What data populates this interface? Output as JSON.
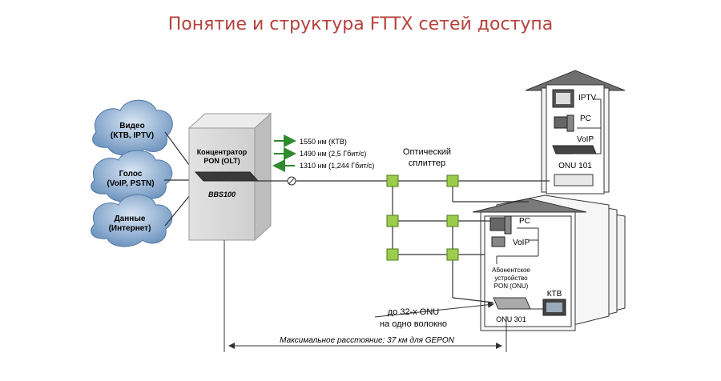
{
  "title": "Понятие и структура FTTX сетей доступа",
  "services": {
    "video": [
      "Видео",
      "(КТВ, IPTV)"
    ],
    "voice": [
      "Голос",
      "(VoIP, PSTN)"
    ],
    "data": [
      "Данные",
      "(Интернет)"
    ]
  },
  "olt": {
    "label": [
      "Концентратор",
      "PON (OLT)"
    ],
    "model": "BBS100"
  },
  "wavelengths": [
    "1550 нм (КТВ)",
    "1490 нм (2,5 Гбит/с)",
    "1310 нм (1,244 Гбит/с)"
  ],
  "splitter_label": [
    "Оптический",
    "сплиттер"
  ],
  "house_top": {
    "items": [
      "IPTV",
      "PC",
      "VoIP",
      "ONU 101"
    ]
  },
  "house_bottom": {
    "items": [
      "PC",
      "VoIP",
      "КТВ",
      "ONU 301"
    ],
    "onu_label": [
      "Абонентское",
      "устройство",
      "PON (ONU)"
    ]
  },
  "onu_note": [
    "до 32-х ONU",
    "на одно волокно"
  ],
  "distance_note": "Максимальное расстояние: 37 км для GEPON",
  "colors": {
    "title": "#b5423c",
    "cloud": "#7ca0c6",
    "arrow": "#2e8b2e",
    "splitter": "#9ccc4c",
    "house": "#f0f0f0"
  }
}
